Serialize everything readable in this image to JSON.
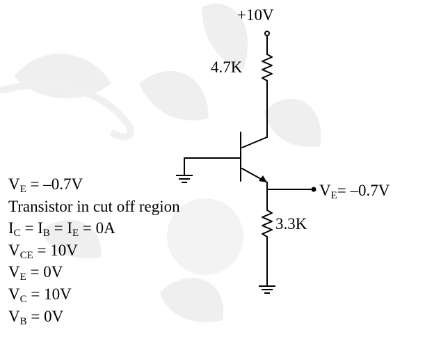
{
  "circuit": {
    "supply_label": "+10V",
    "rc_label": "4.7K",
    "re_label": "3.3K",
    "ve_out": {
      "sym": "V",
      "sub": "E",
      "rest": "= –0.7V"
    }
  },
  "notes": {
    "line1": {
      "sym": "V",
      "sub": "E",
      "rest": " = –0.7V"
    },
    "line2": "Transistor in cut off region",
    "line3": {
      "s1": "I",
      "b1": "C",
      "m1": " = I",
      "b2": "B",
      "m2": " = I",
      "b3": "E",
      "rest": " = 0A"
    },
    "line4": {
      "sym": "V",
      "sub": "CE",
      "rest": " = 10V"
    },
    "line5": {
      "sym": "V",
      "sub": "E",
      "rest": " = 0V"
    },
    "line6": {
      "sym": "V",
      "sub": "C",
      "rest": " = 10V"
    },
    "line7": {
      "sym": "V",
      "sub": "B",
      "rest": " = 0V"
    }
  },
  "colors": {
    "ink": "#000000",
    "watermark": "#eeeeee"
  }
}
